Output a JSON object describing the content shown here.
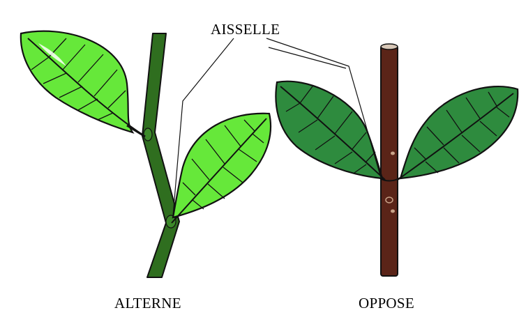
{
  "labels": {
    "axil": "AISSELLE",
    "alternate": "ALTERNE",
    "opposite": "OPPOSE"
  },
  "colors": {
    "light_leaf": "#66e83a",
    "dark_leaf": "#2e8b3e",
    "green_stem": "#2f6e1f",
    "brown_stem": "#5a2418",
    "outline": "#111111"
  }
}
